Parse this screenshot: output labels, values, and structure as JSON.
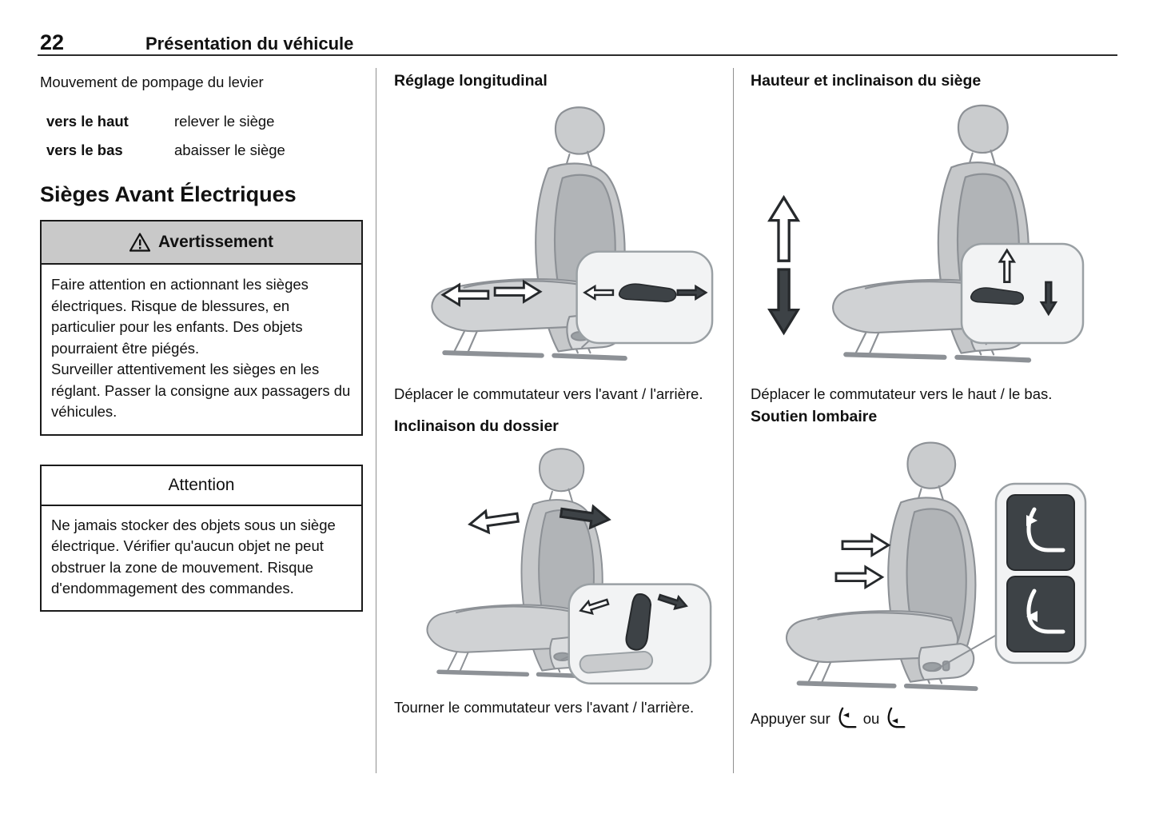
{
  "header": {
    "page_number": "22",
    "title": "Présentation du véhicule"
  },
  "left_column": {
    "lever_heading": "Mouvement de pompage du levier",
    "lever_table": [
      {
        "action": "vers le haut",
        "result": "relever le siège"
      },
      {
        "action": "vers le bas",
        "result": "abaisser le siège"
      }
    ],
    "section_title": "Sièges Avant Électriques",
    "warning_box": {
      "title": "Avertissement",
      "paragraph1": "Faire attention en actionnant les sièges électriques. Risque de blessures, en particulier pour les enfants. Des objets pourraient être piégés.",
      "paragraph2": "Surveiller attentivement les sièges en les réglant. Passer la consigne aux passagers du véhicules."
    },
    "caution_box": {
      "title": "Attention",
      "body": "Ne jamais stocker des objets sous un siège électrique. Vérifier qu'aucun objet ne peut obstruer la zone de mouvement. Risque d'endommagement des commandes."
    }
  },
  "middle_column": {
    "longitudinal": {
      "heading": "Réglage longitudinal",
      "caption": "Déplacer le commutateur vers l'avant / l'arrière."
    },
    "backrest": {
      "heading": "Inclinaison du dossier",
      "caption": "Tourner le commutateur vers l'avant / l'arrière."
    }
  },
  "right_column": {
    "height": {
      "heading": "Hauteur et inclinaison du siège",
      "caption": "Déplacer le commutateur vers le haut / le bas."
    },
    "lumbar": {
      "heading": "Soutien lombaire",
      "caption_prefix": "Appuyer sur",
      "caption_conjunction": "ou"
    }
  },
  "icons": {
    "warning": "triangle-exclamation",
    "lumbar_small_1": "seat-profile-arrow-back",
    "lumbar_small_2": "seat-profile-arrow-lower"
  },
  "colors": {
    "warning_header_bg": "#c9c9c9",
    "box_border": "#1a1a1a",
    "illustration_dark": "#3d4246",
    "seat_gray": "#c6c8ca"
  }
}
